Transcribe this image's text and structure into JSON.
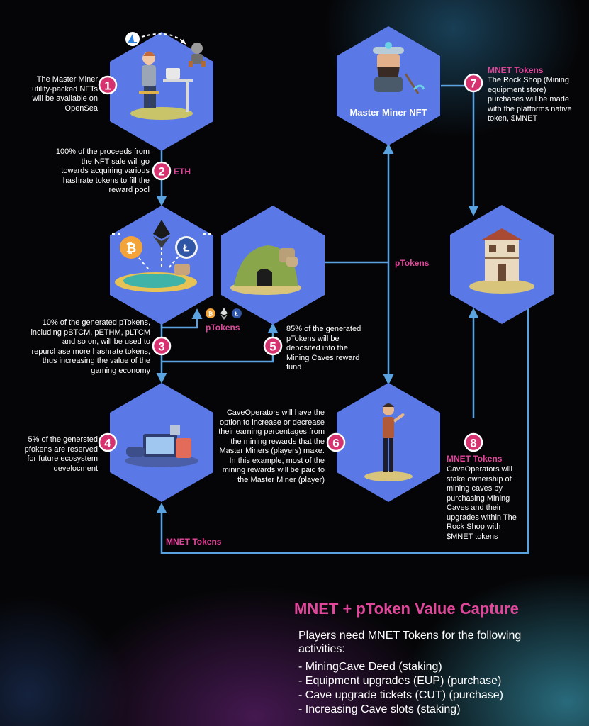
{
  "diagram": {
    "hex_labels": {
      "master_miner_nft": "Master Miner NFT"
    },
    "steps": [
      {
        "number": "1",
        "text": "The Master Miner utility-packed NFTs will be available on OpenSea"
      },
      {
        "number": "2",
        "token": "ETH",
        "text": "100% of the proceeds from the NFT sale will go towards acquiring various hashrate tokens to fill the reward pool"
      },
      {
        "number": "3",
        "token": "pTokens",
        "text": "10% of the generated pTokens, including pBTCM, pETHM, pLTCM and so on, will be used to repurchase more hashrate tokens, thus increasing the value of the gaming economy"
      },
      {
        "number": "4",
        "text": "5% of the genersted pfokens are reserved for future ecosystem develocment"
      },
      {
        "number": "5",
        "text": "85% of the generated pTokens will be deposited into the Mining Caves reward fund"
      },
      {
        "number": "6",
        "text": "CaveOperators will have the option to increase or decrease their earning percentages from the mining rewards that the Master Miners (players) make. In this example, most of the mining rewards will be paid to the Master Miner (player)"
      },
      {
        "number": "7",
        "token": "MNET Tokens",
        "text": "The Rock Shop (Mining equipment store) purchases will be made with the platforms native token, $MNET"
      },
      {
        "number": "8",
        "token": "MNET Tokens",
        "text": "CaveOperators will stake ownership of mining caves by purchasing Mining Caves and their upgrades within The Rock Shop with $MNET tokens"
      }
    ],
    "flow_labels": {
      "ptokens_middle": "pTokens",
      "mnet_bottom": "MNET Tokens"
    },
    "colors": {
      "hexagon": "#5b79e6",
      "badge": "#d6326f",
      "accent_text": "#e0479a",
      "arrow": "#5aa3e0"
    }
  },
  "footer": {
    "title": "MNET + pToken Value Capture",
    "intro": "Players need MNET Tokens for the following activities:",
    "items": [
      "- MiningCave Deed (staking)",
      "- Equipment upgrades (EUP) (purchase)",
      "- Cave upgrade tickets (CUT) (purchase)",
      "- Increasing Cave slots (staking)"
    ]
  }
}
